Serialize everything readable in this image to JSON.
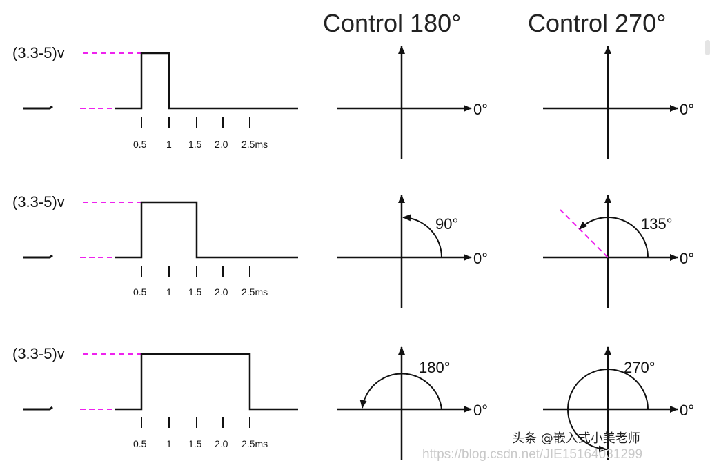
{
  "titles": {
    "col1": "Control 180°",
    "col2": "Control 270°"
  },
  "rows": [
    {
      "voltage_label": "(3.3-5)v",
      "ticks": [
        "0.5",
        "1",
        "1.5",
        "2.0",
        "2.5ms"
      ],
      "pulse_start_ms": 0.5,
      "pulse_end_ms": 1.0,
      "angle_180": {
        "label": "",
        "degrees": 0
      },
      "angle_270": {
        "label": "",
        "degrees": 0
      }
    },
    {
      "voltage_label": "(3.3-5)v",
      "ticks": [
        "0.5",
        "1",
        "1.5",
        "2.0",
        "2.5ms"
      ],
      "pulse_start_ms": 0.5,
      "pulse_end_ms": 1.5,
      "angle_180": {
        "label": "90°",
        "degrees": 90
      },
      "angle_270": {
        "label": "135°",
        "degrees": 135
      }
    },
    {
      "voltage_label": "(3.3-5)v",
      "ticks": [
        "0.5",
        "1",
        "1.5",
        "2.0",
        "2.5ms"
      ],
      "pulse_start_ms": 0.5,
      "pulse_end_ms": 2.5,
      "angle_180": {
        "label": "180°",
        "degrees": 180
      },
      "angle_270": {
        "label": "270°",
        "degrees": 270
      }
    }
  ],
  "zero_label": "0°",
  "colors": {
    "line": "#111111",
    "dashed": "#ee22ee"
  },
  "watermark": {
    "author": "头条 @嵌入式小美老师",
    "url": "https://blog.csdn.net/JIE15164031299"
  }
}
